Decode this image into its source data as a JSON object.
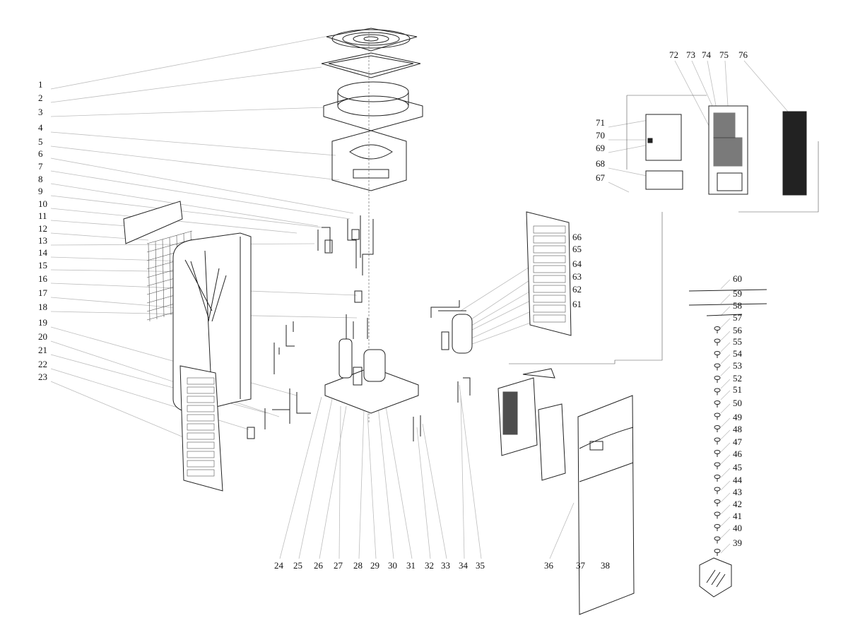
{
  "diagram": {
    "type": "exploded-parts-view",
    "part_numbers": [
      "1",
      "2",
      "3",
      "4",
      "5",
      "6",
      "7",
      "8",
      "9",
      "10",
      "11",
      "12",
      "13",
      "14",
      "15",
      "16",
      "17",
      "18",
      "19",
      "20",
      "21",
      "22",
      "23",
      "24",
      "25",
      "26",
      "27",
      "28",
      "29",
      "30",
      "31",
      "32",
      "33",
      "34",
      "35",
      "36",
      "37",
      "38",
      "39",
      "40",
      "41",
      "42",
      "43",
      "44",
      "45",
      "46",
      "47",
      "48",
      "49",
      "50",
      "51",
      "52",
      "53",
      "54",
      "55",
      "56",
      "57",
      "58",
      "59",
      "60",
      "61",
      "62",
      "63",
      "64",
      "65",
      "66",
      "67",
      "68",
      "69",
      "70",
      "71",
      "72",
      "73",
      "74",
      "75",
      "76"
    ],
    "colors": {
      "line": "#222222",
      "leader": "#bdbdbd",
      "background": "#ffffff"
    }
  }
}
